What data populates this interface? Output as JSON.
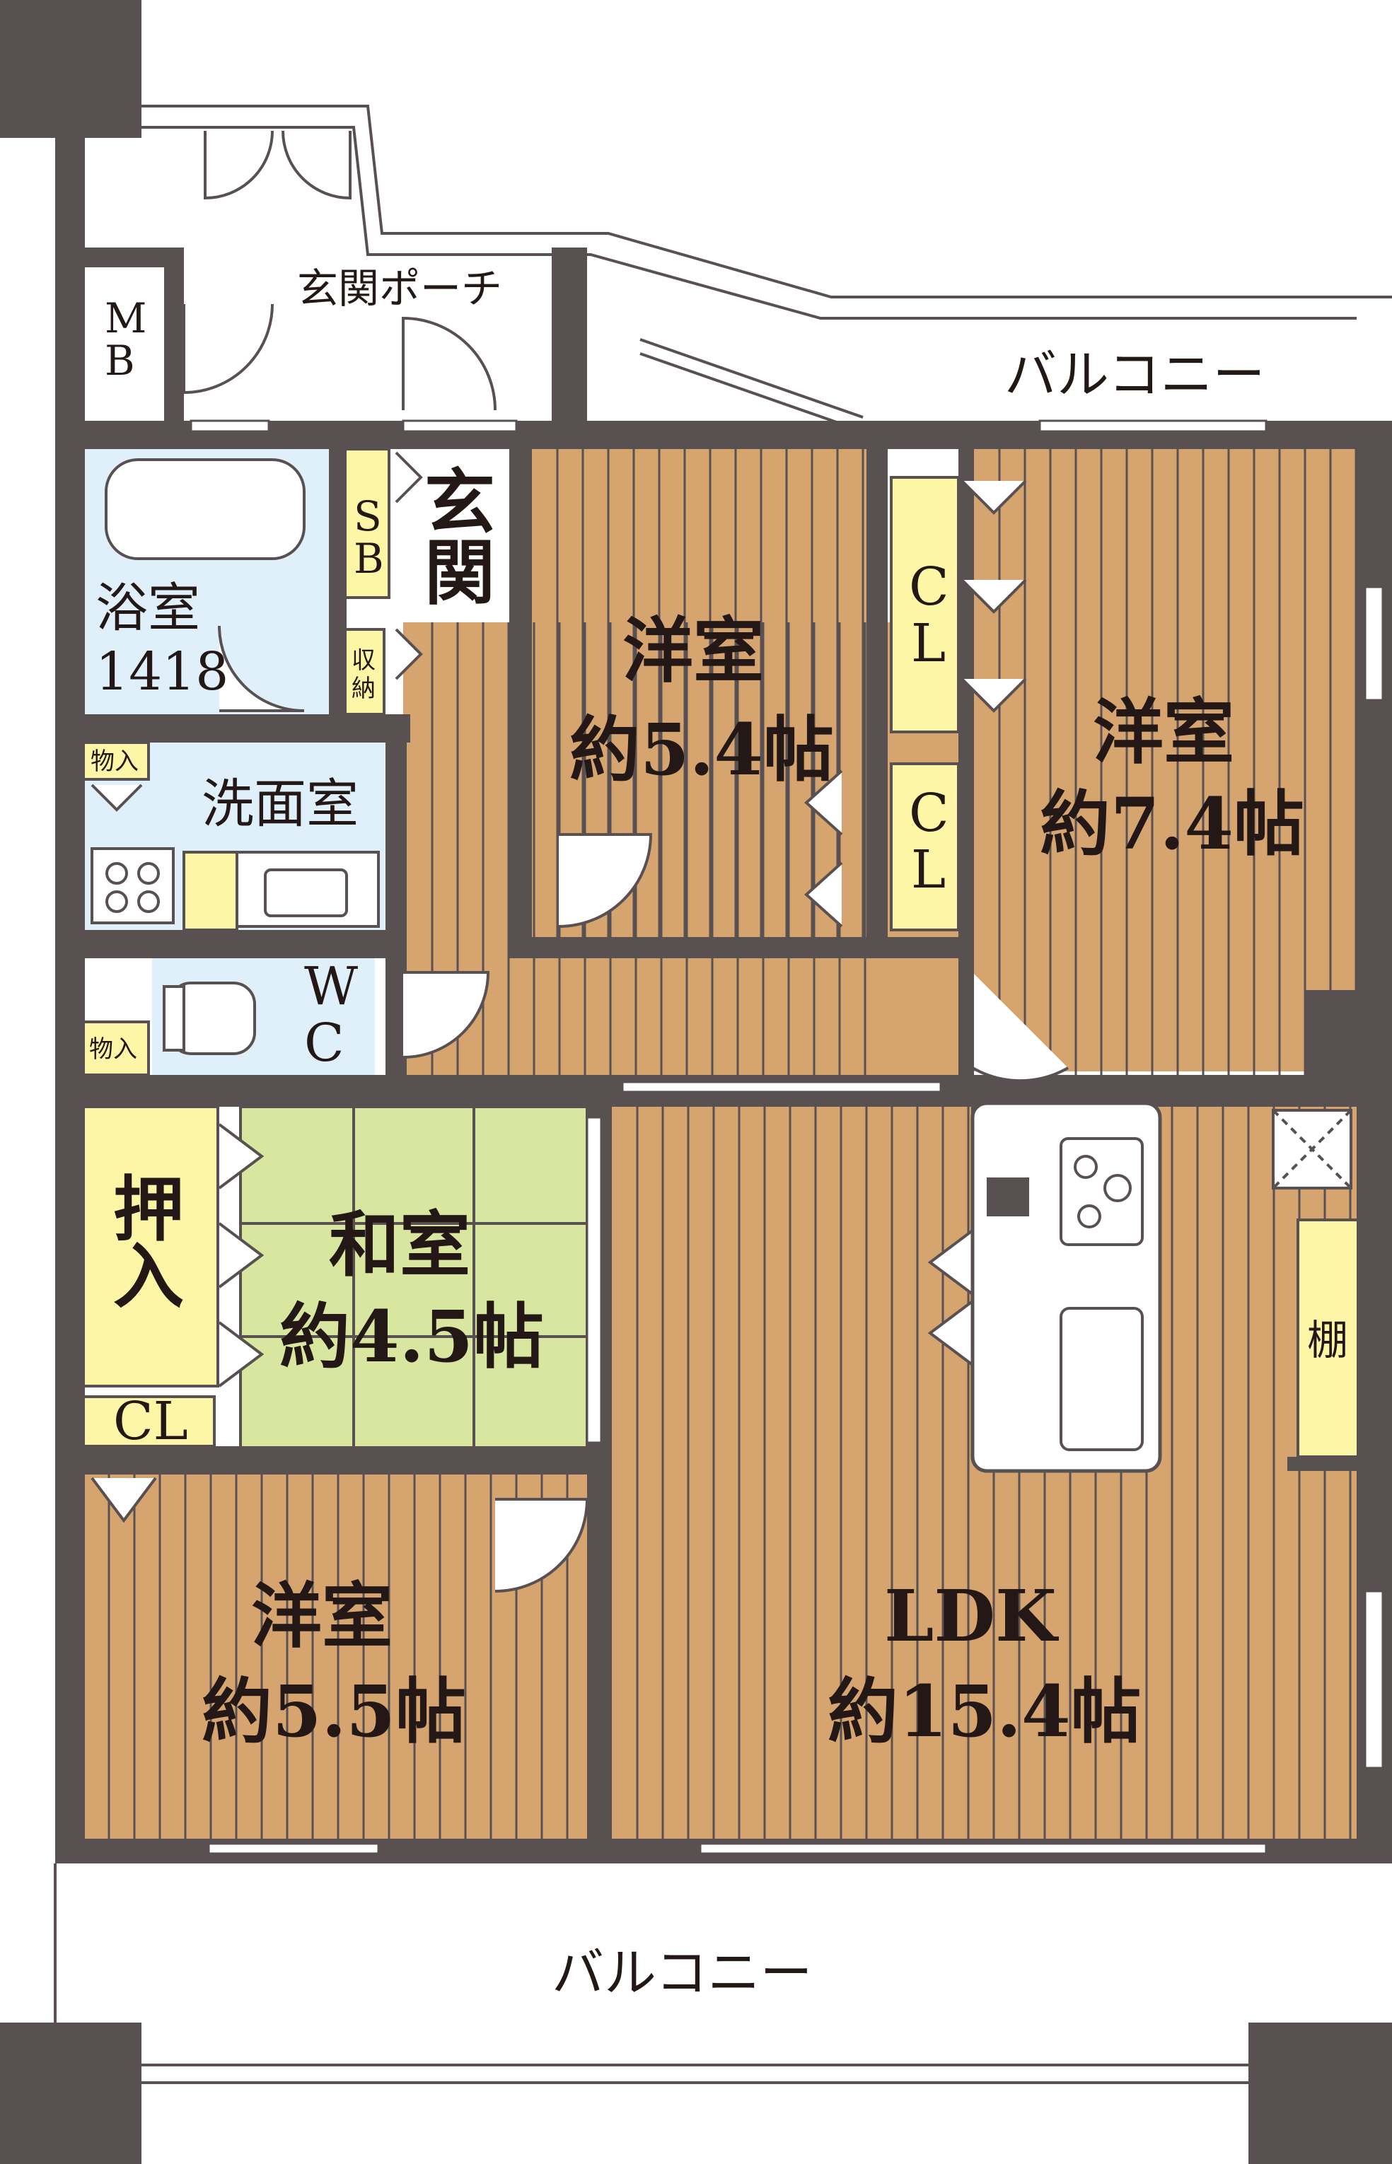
{
  "labels": {
    "entrance_porch": "玄関ポーチ",
    "mb_1": "M",
    "mb_2": "B",
    "balcony_top": "バルコニー",
    "balcony_bottom": "バルコニー",
    "bath_1": "浴室",
    "bath_2": "1418",
    "sb_1": "S",
    "sb_2": "B",
    "genkan_1": "玄",
    "genkan_2": "関",
    "storage_1": "収",
    "storage_2": "納",
    "storage_small_1": "物入",
    "storage_small_2": "物入",
    "washroom": "洗面室",
    "wc_1": "W",
    "wc_2": "C",
    "room_a_name": "洋室",
    "room_a_size": "約5.4帖",
    "room_b_name": "洋室",
    "room_b_size": "約7.4帖",
    "cl_1_1": "C",
    "cl_1_2": "L",
    "cl_2_1": "C",
    "cl_2_2": "L",
    "cl_3": "CL",
    "oshiire_1": "押",
    "oshiire_2": "入",
    "washitsu_name": "和室",
    "washitsu_size": "約4.5帖",
    "room_c_name": "洋室",
    "room_c_size": "約5.5帖",
    "ldk_name": "LDK",
    "ldk_size": "約15.4帖",
    "shelf": "棚"
  },
  "colors": {
    "wall": "#595151",
    "floor": "#d5a46f",
    "tatami": "#d8e6a0",
    "wet_area": "#dff0fa",
    "closet": "#fdf6a6",
    "text": "#231815"
  }
}
